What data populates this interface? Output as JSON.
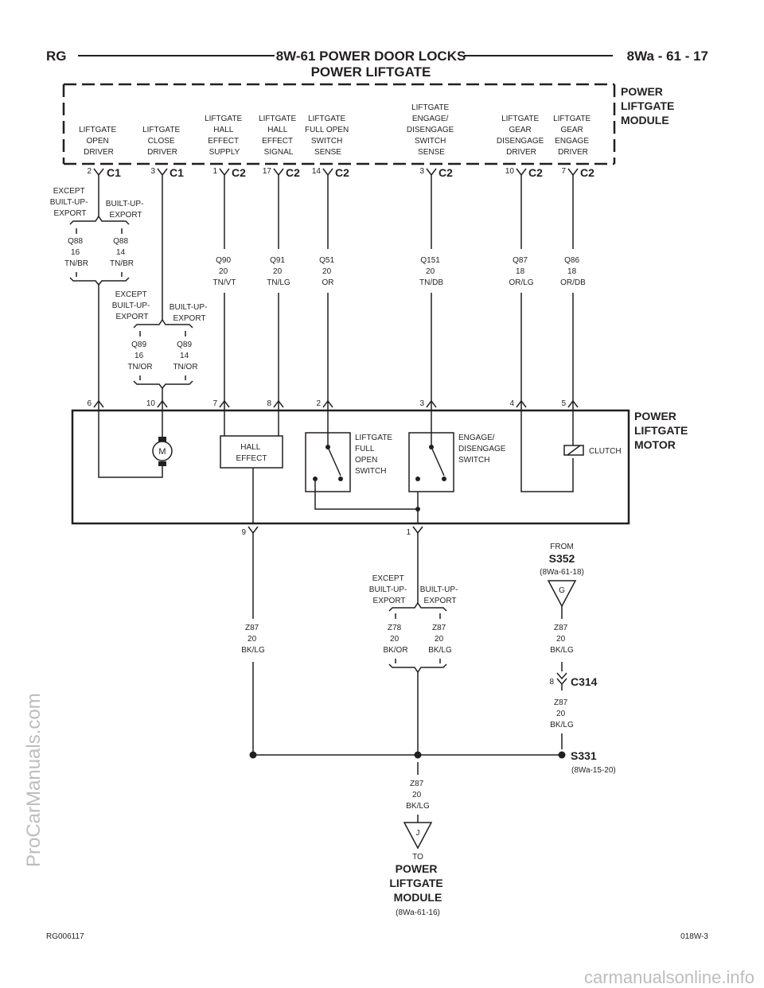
{
  "header": {
    "left": "RG",
    "title_line1": "8W-61 POWER DOOR LOCKS",
    "title_line2": "POWER LIFTGATE",
    "right": "8Wa - 61 - 17"
  },
  "module": {
    "name": [
      "POWER",
      "LIFTGATE",
      "MODULE"
    ],
    "functions": [
      [
        "LIFTGATE",
        "OPEN",
        "DRIVER"
      ],
      [
        "LIFTGATE",
        "CLOSE",
        "DRIVER"
      ],
      [
        "LIFTGATE",
        "HALL",
        "EFFECT",
        "SUPPLY"
      ],
      [
        "LIFTGATE",
        "HALL",
        "EFFECT",
        "SIGNAL"
      ],
      [
        "LIFTGATE",
        "FULL OPEN",
        "SWITCH",
        "SENSE"
      ],
      [
        "LIFTGATE",
        "ENGAGE/",
        "DISENGAGE",
        "SWITCH",
        "SENSE"
      ],
      [
        "LIFTGATE",
        "GEAR",
        "DISENGAGE",
        "DRIVER"
      ],
      [
        "LIFTGATE",
        "GEAR",
        "ENGAGE",
        "DRIVER"
      ]
    ],
    "pins": [
      {
        "pin": "2",
        "connector": "C1"
      },
      {
        "pin": "3",
        "connector": "C1"
      },
      {
        "pin": "1",
        "connector": "C2"
      },
      {
        "pin": "17",
        "connector": "C2"
      },
      {
        "pin": "14",
        "connector": "C2"
      },
      {
        "pin": "3",
        "connector": "C2"
      },
      {
        "pin": "10",
        "connector": "C2"
      },
      {
        "pin": "7",
        "connector": "C2"
      }
    ]
  },
  "variants": {
    "q88": {
      "left_label": [
        "EXCEPT",
        "BUILT-UP-",
        "EXPORT"
      ],
      "right_label": [
        "BUILT-UP-",
        "EXPORT"
      ],
      "left_wire": [
        "Q88",
        "16",
        "TN/BR"
      ],
      "right_wire": [
        "Q88",
        "14",
        "TN/BR"
      ]
    },
    "q89": {
      "left_label": [
        "EXCEPT",
        "BUILT-UP-",
        "EXPORT"
      ],
      "right_label": [
        "BUILT-UP-",
        "EXPORT"
      ],
      "left_wire": [
        "Q89",
        "16",
        "TN/OR"
      ],
      "right_wire": [
        "Q89",
        "14",
        "TN/OR"
      ]
    },
    "ground": {
      "left_label": [
        "EXCEPT",
        "BUILT-UP-",
        "EXPORT"
      ],
      "right_label": [
        "BUILT-UP-",
        "EXPORT"
      ],
      "left_wire": [
        "Z78",
        "20",
        "BK/OR"
      ],
      "right_wire": [
        "Z87",
        "20",
        "BK/LG"
      ]
    }
  },
  "wires": [
    [
      "Q90",
      "20",
      "TN/VT"
    ],
    [
      "Q91",
      "20",
      "TN/LG"
    ],
    [
      "Q51",
      "20",
      "OR"
    ],
    [
      "Q151",
      "20",
      "TN/DB"
    ],
    [
      "Q87",
      "18",
      "OR/LG"
    ],
    [
      "Q86",
      "18",
      "OR/DB"
    ]
  ],
  "motor": {
    "name": [
      "POWER",
      "LIFTGATE",
      "MOTOR"
    ],
    "pins_top": [
      "6",
      "10",
      "7",
      "8",
      "2",
      "3",
      "4",
      "5"
    ],
    "pins_bottom": [
      "9",
      "1"
    ],
    "motor_symbol": "M",
    "hall": [
      "HALL",
      "EFFECT"
    ],
    "full_open_switch": [
      "LIFTGATE",
      "FULL",
      "OPEN",
      "SWITCH"
    ],
    "engage_switch": [
      "ENGAGE/",
      "DISENGAGE",
      "SWITCH"
    ],
    "clutch": "CLUTCH"
  },
  "ground_side": {
    "z87_left": [
      "Z87",
      "20",
      "BK/LG"
    ],
    "from_label": "FROM",
    "splice_from": "S352",
    "splice_from_ref": "(8Wa-61-18)",
    "g_letter": "G",
    "z87_g": [
      "Z87",
      "20",
      "BK/LG"
    ],
    "c314_pin": "8",
    "c314": "C314",
    "z87_c314": [
      "Z87",
      "20",
      "BK/LG"
    ],
    "splice": "S331",
    "splice_ref": "(8Wa-15-20)",
    "z87_out": [
      "Z87",
      "20",
      "BK/LG"
    ],
    "j_letter": "J",
    "to_label": "TO",
    "to_module": [
      "POWER",
      "LIFTGATE",
      "MODULE"
    ],
    "to_ref": "(8Wa-61-16)"
  },
  "footer": {
    "left": "RG006117",
    "right": "018W-3"
  },
  "watermarks": {
    "side": "ProCarManuals.com",
    "bottom": "carmanualsonline.info"
  }
}
